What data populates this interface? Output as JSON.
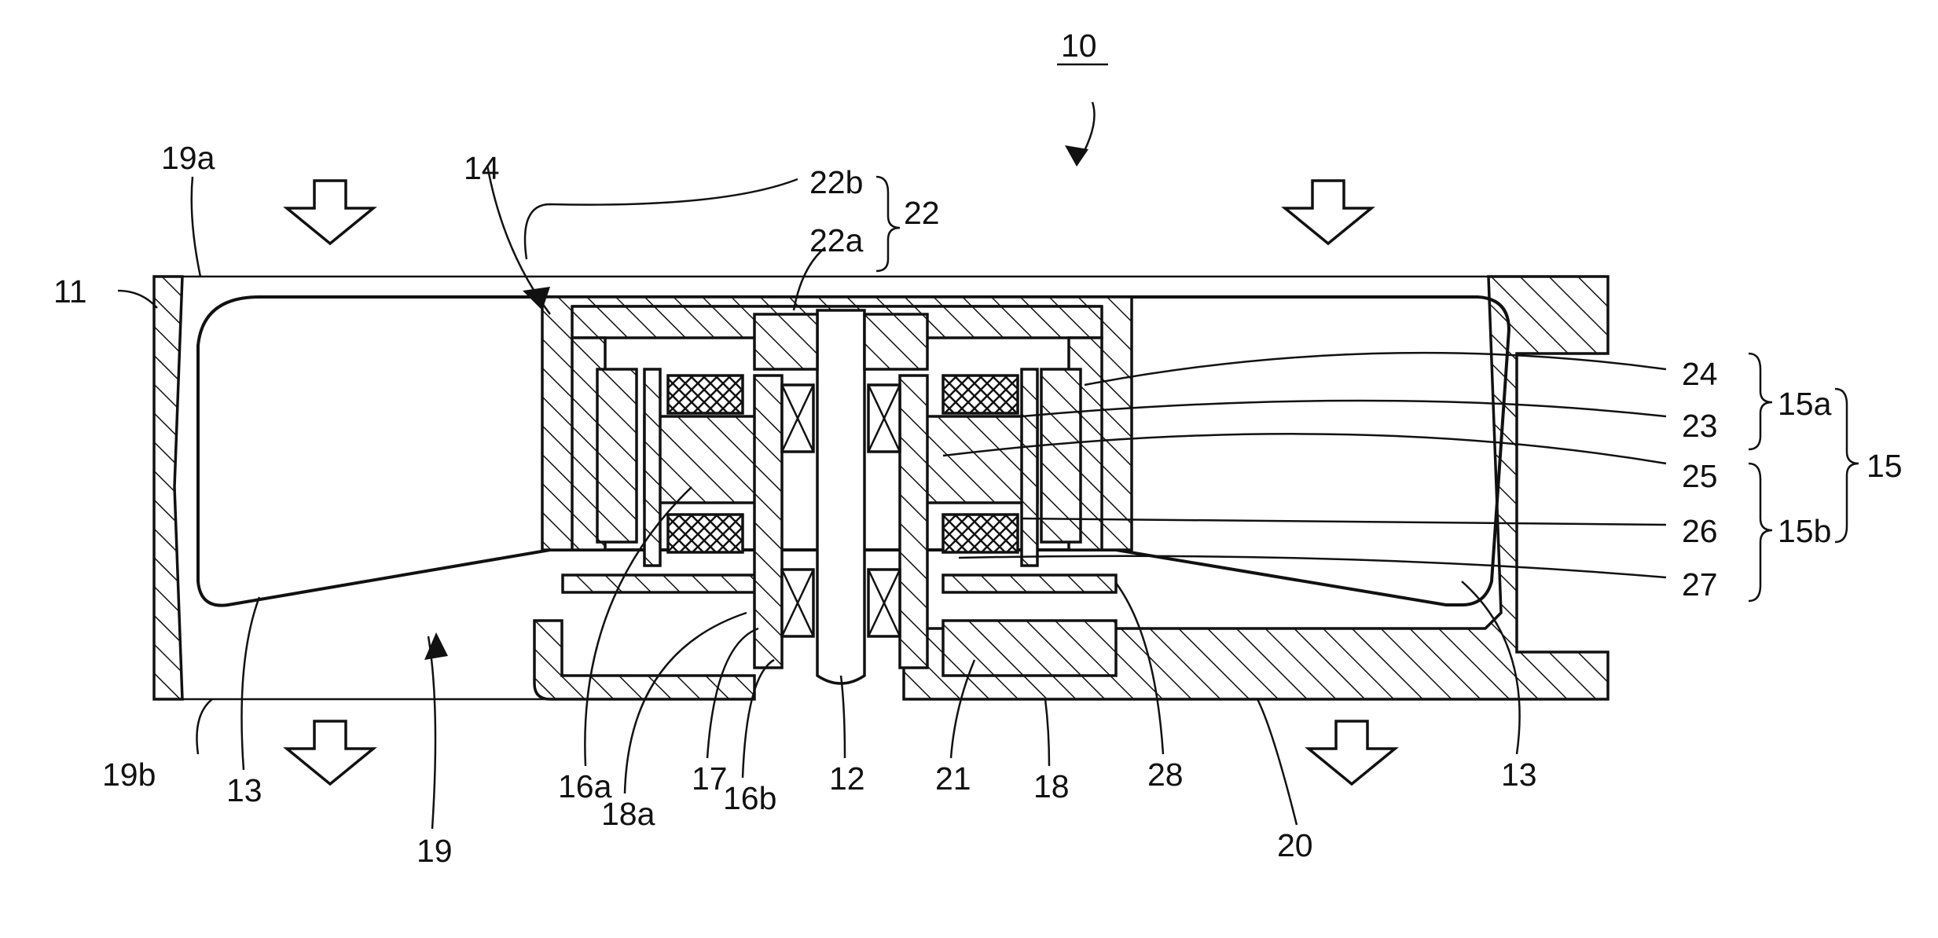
{
  "figure": {
    "labels": {
      "l10": "10",
      "l19a": "19a",
      "l14": "14",
      "l22b": "22b",
      "l22": "22",
      "l22a": "22a",
      "l11": "11",
      "l24": "24",
      "l15a": "15a",
      "l23": "23",
      "l25": "25",
      "l15": "15",
      "l26": "26",
      "l15b": "15b",
      "l27": "27",
      "l19b": "19b",
      "l13_left": "13",
      "l19": "19",
      "l16a": "16a",
      "l18a": "18a",
      "l17": "17",
      "l16b": "16b",
      "l12": "12",
      "l21": "21",
      "l18": "18",
      "l28": "28",
      "l20": "20",
      "l13_right": "13"
    },
    "icons": {
      "airflow_arrows": "hollow-down-arrow-icon",
      "pointer_arrow": "pointer-arrow-icon",
      "brace": "curly-brace-icon"
    }
  }
}
